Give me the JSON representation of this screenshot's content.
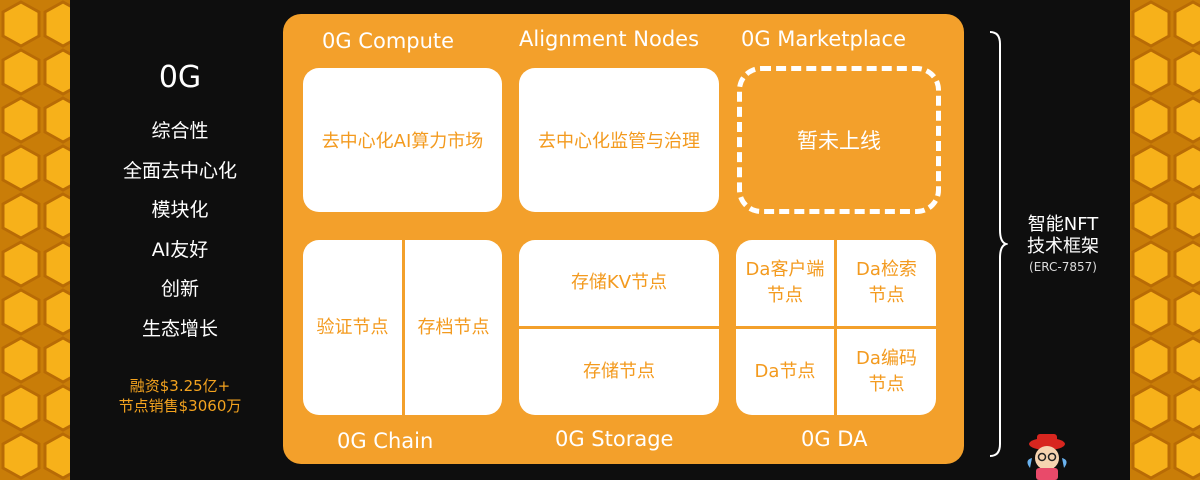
{
  "brand": "0G",
  "features": [
    "综合性",
    "全面去中心化",
    "模块化",
    "AI友好",
    "创新",
    "生态增长"
  ],
  "funding": {
    "line1": "融资$3.25亿+",
    "line2": "节点销售$3060万"
  },
  "columns": {
    "compute": {
      "title": "0G Compute",
      "card": "去中心化AI算力市场"
    },
    "alignment": {
      "title": "Alignment Nodes",
      "card": "去中心化监管与治理"
    },
    "marketplace": {
      "title": "0G Marketplace",
      "card": "暂未上线"
    }
  },
  "chain": {
    "title": "0G Chain",
    "left": "验证节点",
    "right": "存档节点"
  },
  "storage": {
    "title": "0G Storage",
    "top": "存储KV节点",
    "bottom": "存储节点"
  },
  "da": {
    "title": "0G DA",
    "client": [
      "Da客户端",
      "节点"
    ],
    "retrieval": [
      "Da检索",
      "节点"
    ],
    "node": "Da节点",
    "encoding": [
      "Da编码",
      "节点"
    ]
  },
  "side_note": {
    "line1": "智能NFT",
    "line2": "技术框架",
    "line3": "(ERC-7857)"
  },
  "colors": {
    "board": "#f3a02b",
    "card": "#ffffff",
    "accent_text": "#f39a1e",
    "background": "#0e0e0e"
  }
}
